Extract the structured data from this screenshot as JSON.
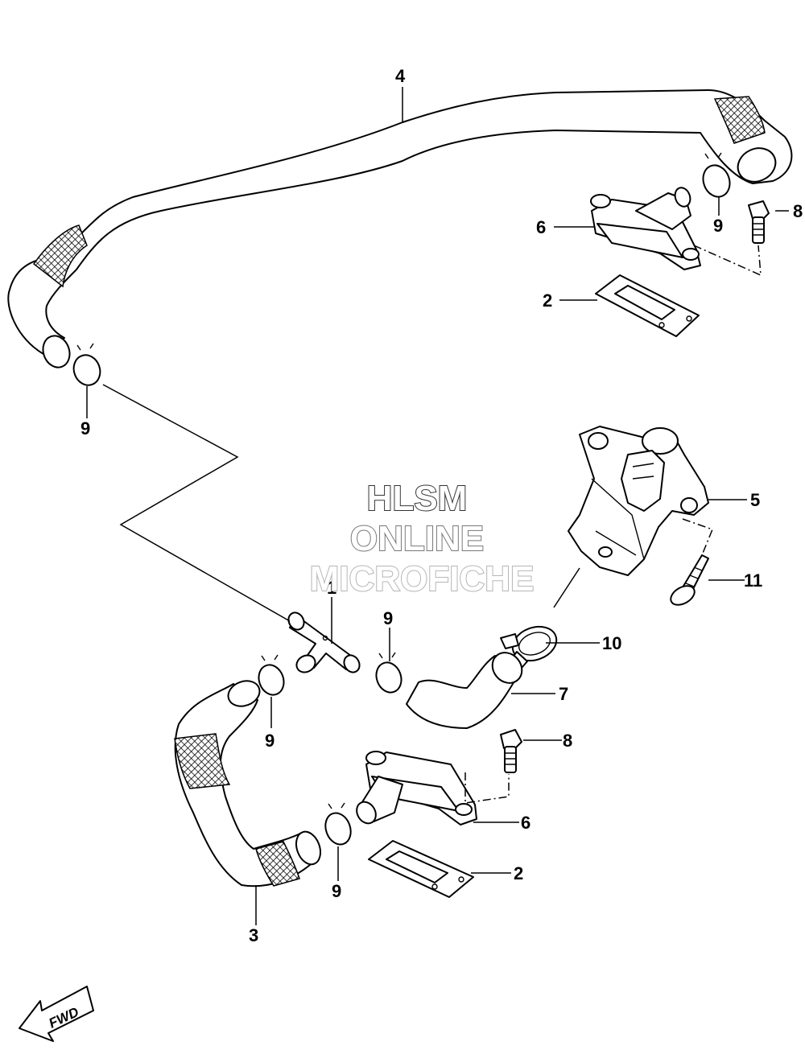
{
  "callouts": {
    "c1": "1",
    "c2a": "2",
    "c2b": "2",
    "c3": "3",
    "c4": "4",
    "c5": "5",
    "c6a": "6",
    "c6b": "6",
    "c7": "7",
    "c8a": "8",
    "c8b": "8",
    "c9a": "9",
    "c9b": "9",
    "c9c": "9",
    "c9d": "9",
    "c9e": "9",
    "c10": "10",
    "c11": "11"
  },
  "watermark": {
    "line1": "HLSM",
    "line2": "ONLINE",
    "line3": "MICROFICHE"
  },
  "direction_badge": "FWD",
  "colors": {
    "ink": "#000000",
    "paper": "#ffffff",
    "watermark_outline_1": "#333333",
    "watermark_outline_2": "#777777",
    "watermark_outline_3": "#b5b5b5"
  }
}
